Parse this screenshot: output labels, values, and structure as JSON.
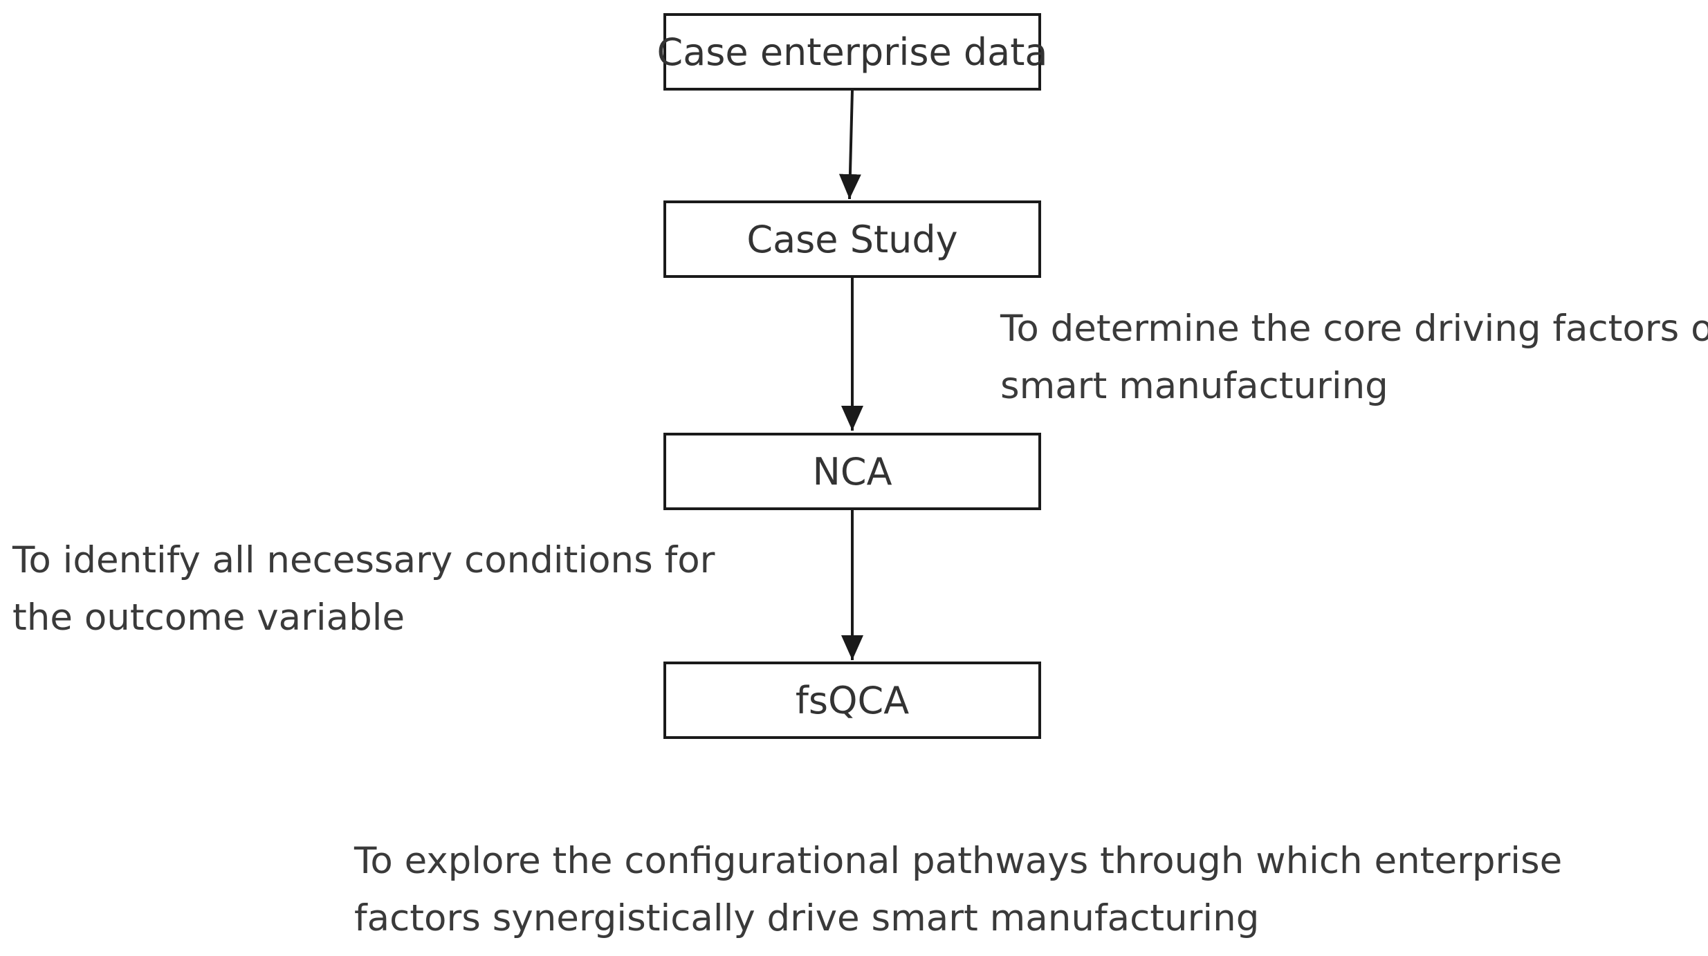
{
  "nodes": [
    {
      "id": "case-enterprise-data",
      "label": "Case enterprise data"
    },
    {
      "id": "case-study",
      "label": "Case Study"
    },
    {
      "id": "nca",
      "label": "NCA"
    },
    {
      "id": "fsqca",
      "label": "fsQCA"
    }
  ],
  "edges": [
    {
      "from": "case-enterprise-data",
      "to": "case-study"
    },
    {
      "from": "case-study",
      "to": "nca"
    },
    {
      "from": "nca",
      "to": "fsqca"
    }
  ],
  "notes": {
    "core_driving": {
      "lines": [
        "To determine the core driving factors of",
        "smart manufacturing"
      ]
    },
    "necessary_conditions": {
      "lines": [
        "To identify all necessary conditions for",
        "the outcome variable"
      ]
    },
    "configurational": {
      "lines": [
        "To explore the configurational pathways through which enterprise",
        "factors synergistically drive smart manufacturing"
      ]
    }
  },
  "colors": {
    "box_border": "#1a1a1a",
    "arrow": "#1a1a1a",
    "text": "#333333"
  }
}
